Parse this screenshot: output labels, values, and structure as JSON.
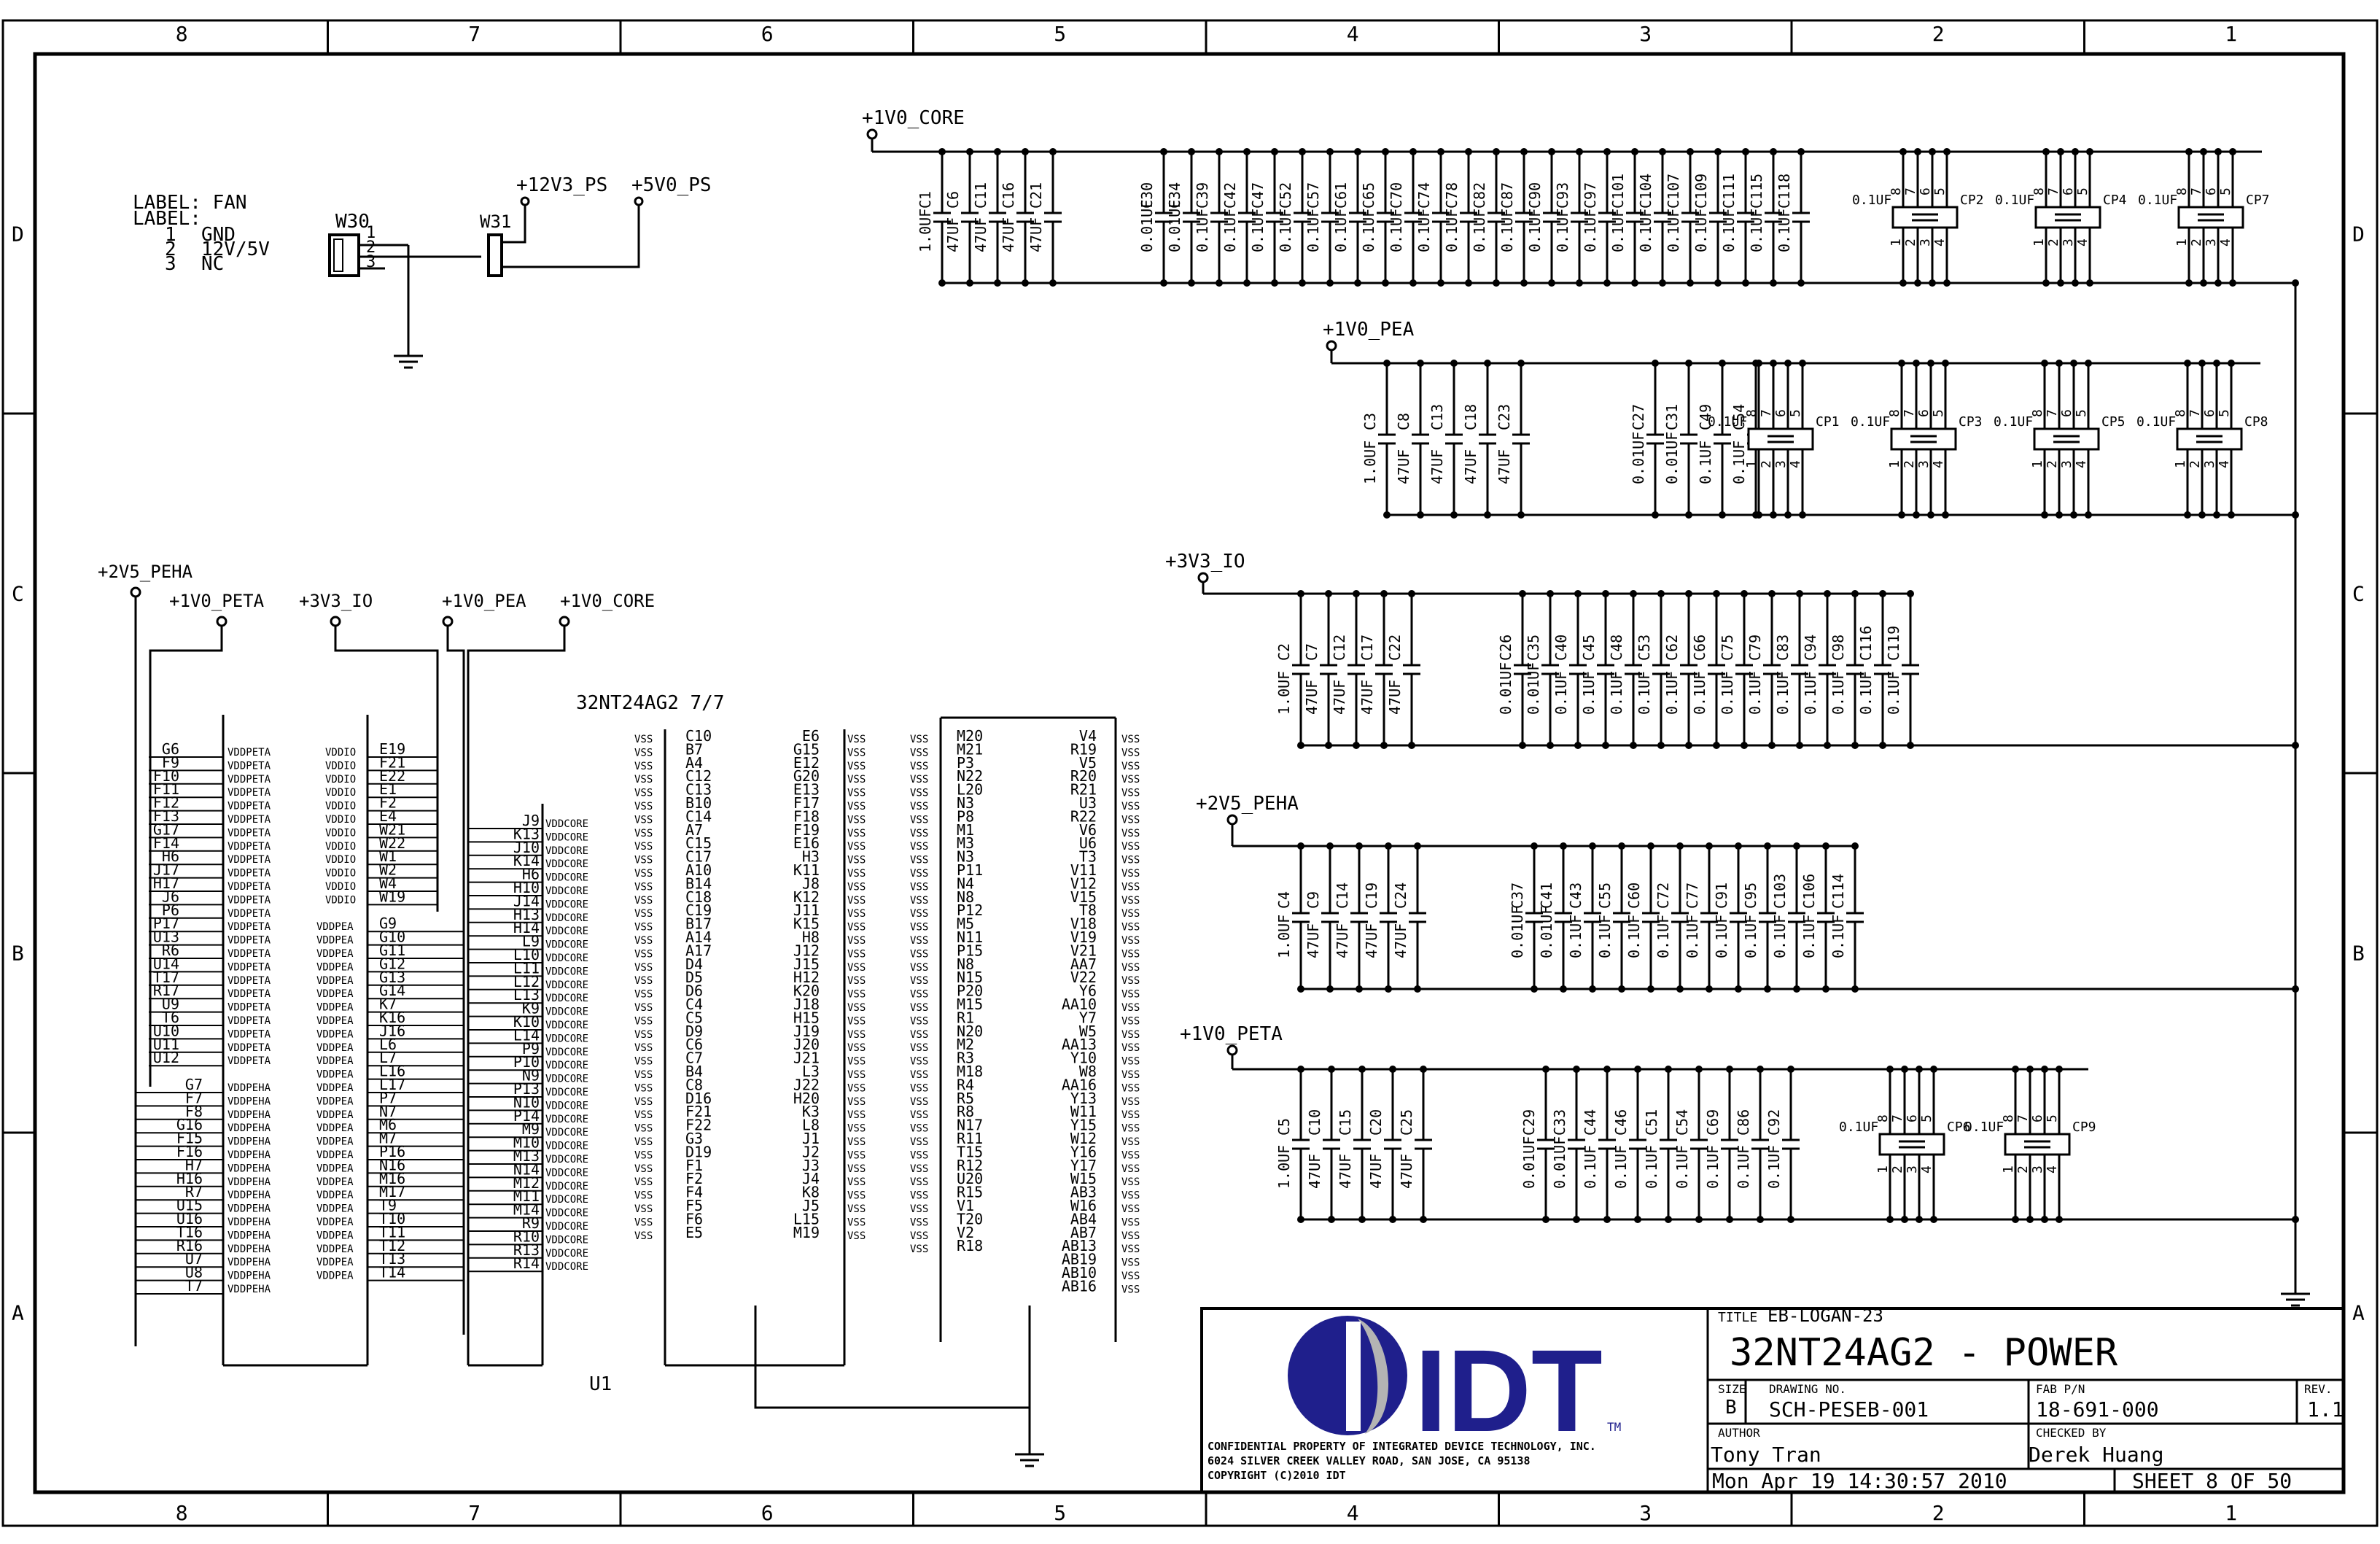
{
  "frame": {
    "columns": [
      "8",
      "7",
      "6",
      "5",
      "4",
      "3",
      "2",
      "1"
    ],
    "rows": [
      "D",
      "C",
      "B",
      "A"
    ]
  },
  "fan": {
    "label_lines": [
      "LABEL: FAN",
      "LABEL:"
    ],
    "pins": [
      {
        "num": "1",
        "name": "GND"
      },
      {
        "num": "2",
        "name": "12V/5V"
      },
      {
        "num": "3",
        "name": "NC"
      }
    ],
    "connector": "W30",
    "pin_nums": [
      "1",
      "2",
      "3"
    ],
    "jumper": "W31",
    "rail_12v": "+12V3_PS",
    "rail_5v": "+5V0_PS"
  },
  "decoupling": [
    {
      "rail": "+1V0_CORE",
      "caps": [
        {
          "ref": "C1",
          "value": "1.0UF"
        },
        {
          "ref": "C6",
          "value": "47UF"
        },
        {
          "ref": "C11",
          "value": "47UF"
        },
        {
          "ref": "C16",
          "value": "47UF"
        },
        {
          "ref": "C21",
          "value": "47UF"
        },
        {
          "ref": "C30",
          "value": "0.01UF"
        },
        {
          "ref": "C34",
          "value": "0.01UF"
        },
        {
          "ref": "C39",
          "value": "0.1UF"
        },
        {
          "ref": "C42",
          "value": "0.1UF"
        },
        {
          "ref": "C47",
          "value": "0.1UF"
        },
        {
          "ref": "C52",
          "value": "0.1UF"
        },
        {
          "ref": "C57",
          "value": "0.1UF"
        },
        {
          "ref": "C61",
          "value": "0.1UF"
        },
        {
          "ref": "C65",
          "value": "0.1UF"
        },
        {
          "ref": "C70",
          "value": "0.1UF"
        },
        {
          "ref": "C74",
          "value": "0.1UF"
        },
        {
          "ref": "C78",
          "value": "0.1UF"
        },
        {
          "ref": "C82",
          "value": "0.1UF"
        },
        {
          "ref": "C87",
          "value": "0.1UF"
        },
        {
          "ref": "C90",
          "value": "0.1UF"
        },
        {
          "ref": "C93",
          "value": "0.1UF"
        },
        {
          "ref": "C97",
          "value": "0.1UF"
        },
        {
          "ref": "C101",
          "value": "0.1UF"
        },
        {
          "ref": "C104",
          "value": "0.1UF"
        },
        {
          "ref": "C107",
          "value": "0.1UF"
        },
        {
          "ref": "C109",
          "value": "0.1UF"
        },
        {
          "ref": "C111",
          "value": "0.1UF"
        },
        {
          "ref": "C115",
          "value": "0.1UF"
        },
        {
          "ref": "C118",
          "value": "0.1UF"
        }
      ],
      "packs": [
        {
          "ref": "CP2",
          "value": "0.1UF"
        },
        {
          "ref": "CP4",
          "value": "0.1UF"
        },
        {
          "ref": "CP7",
          "value": "0.1UF"
        }
      ]
    },
    {
      "rail": "+1V0_PEA",
      "caps": [
        {
          "ref": "C3",
          "value": "1.0UF"
        },
        {
          "ref": "C8",
          "value": "47UF"
        },
        {
          "ref": "C13",
          "value": "47UF"
        },
        {
          "ref": "C18",
          "value": "47UF"
        },
        {
          "ref": "C23",
          "value": "47UF"
        },
        {
          "ref": "C27",
          "value": "0.01UF"
        },
        {
          "ref": "C31",
          "value": "0.01UF"
        },
        {
          "ref": "C49",
          "value": "0.1UF"
        },
        {
          "ref": "C54",
          "value": "0.1UF"
        }
      ],
      "packs": [
        {
          "ref": "CP1",
          "value": "0.1UF"
        },
        {
          "ref": "CP3",
          "value": "0.1UF"
        },
        {
          "ref": "CP5",
          "value": "0.1UF"
        },
        {
          "ref": "CP8",
          "value": "0.1UF"
        }
      ]
    },
    {
      "rail": "+3V3_IO",
      "caps": [
        {
          "ref": "C2",
          "value": "1.0UF"
        },
        {
          "ref": "C7",
          "value": "47UF"
        },
        {
          "ref": "C12",
          "value": "47UF"
        },
        {
          "ref": "C17",
          "value": "47UF"
        },
        {
          "ref": "C22",
          "value": "47UF"
        },
        {
          "ref": "C26",
          "value": "0.01UF"
        },
        {
          "ref": "C35",
          "value": "0.01UF"
        },
        {
          "ref": "C40",
          "value": "0.1UF"
        },
        {
          "ref": "C45",
          "value": "0.1UF"
        },
        {
          "ref": "C48",
          "value": "0.1UF"
        },
        {
          "ref": "C53",
          "value": "0.1UF"
        },
        {
          "ref": "C62",
          "value": "0.1UF"
        },
        {
          "ref": "C66",
          "value": "0.1UF"
        },
        {
          "ref": "C75",
          "value": "0.1UF"
        },
        {
          "ref": "C79",
          "value": "0.1UF"
        },
        {
          "ref": "C83",
          "value": "0.1UF"
        },
        {
          "ref": "C94",
          "value": "0.1UF"
        },
        {
          "ref": "C98",
          "value": "0.1UF"
        },
        {
          "ref": "C116",
          "value": "0.1UF"
        },
        {
          "ref": "C119",
          "value": "0.1UF"
        }
      ],
      "packs": []
    },
    {
      "rail": "+2V5_PEHA",
      "caps": [
        {
          "ref": "C4",
          "value": "1.0UF"
        },
        {
          "ref": "C9",
          "value": "47UF"
        },
        {
          "ref": "C14",
          "value": "47UF"
        },
        {
          "ref": "C19",
          "value": "47UF"
        },
        {
          "ref": "C24",
          "value": "47UF"
        },
        {
          "ref": "C37",
          "value": "0.01UF"
        },
        {
          "ref": "C41",
          "value": "0.01UF"
        },
        {
          "ref": "C43",
          "value": "0.1UF"
        },
        {
          "ref": "C55",
          "value": "0.1UF"
        },
        {
          "ref": "C60",
          "value": "0.1UF"
        },
        {
          "ref": "C72",
          "value": "0.1UF"
        },
        {
          "ref": "C77",
          "value": "0.1UF"
        },
        {
          "ref": "C91",
          "value": "0.1UF"
        },
        {
          "ref": "C95",
          "value": "0.1UF"
        },
        {
          "ref": "C103",
          "value": "0.1UF"
        },
        {
          "ref": "C106",
          "value": "0.1UF"
        },
        {
          "ref": "C114",
          "value": "0.1UF"
        }
      ],
      "packs": []
    },
    {
      "rail": "+1V0_PETA",
      "caps": [
        {
          "ref": "C5",
          "value": "1.0UF"
        },
        {
          "ref": "C10",
          "value": "47UF"
        },
        {
          "ref": "C15",
          "value": "47UF"
        },
        {
          "ref": "C20",
          "value": "47UF"
        },
        {
          "ref": "C25",
          "value": "47UF"
        },
        {
          "ref": "C29",
          "value": "0.01UF"
        },
        {
          "ref": "C33",
          "value": "0.01UF"
        },
        {
          "ref": "C44",
          "value": "0.1UF"
        },
        {
          "ref": "C46",
          "value": "0.1UF"
        },
        {
          "ref": "C51",
          "value": "0.1UF"
        },
        {
          "ref": "C54",
          "value": "0.1UF"
        },
        {
          "ref": "C69",
          "value": "0.1UF"
        },
        {
          "ref": "C86",
          "value": "0.1UF"
        },
        {
          "ref": "C92",
          "value": "0.1UF"
        }
      ],
      "packs": [
        {
          "ref": "CP6",
          "value": "0.1UF"
        },
        {
          "ref": "CP9",
          "value": "0.1UF"
        }
      ]
    }
  ],
  "pack_pins_top": [
    "8",
    "7",
    "6",
    "5"
  ],
  "pack_pins_bottom": [
    "1",
    "2",
    "3",
    "4"
  ],
  "u1": {
    "title": "32NT24AG2 7/7",
    "ref": "U1",
    "rails": [
      "+2V5_PEHA",
      "+1V0_PETA",
      "+3V3_IO",
      "+1V0_PEA",
      "+1V0_CORE"
    ],
    "vddpeta": [
      "G6",
      "F9",
      "F10",
      "F11",
      "F12",
      "F13",
      "G17",
      "F14",
      "H6",
      "J17",
      "H17",
      "J6",
      "P6",
      "P17",
      "U13",
      "R6",
      "U14",
      "T17",
      "R17",
      "U9",
      "T6",
      "U10",
      "U11",
      "U12"
    ],
    "vddpeta_name": "VDDPETA",
    "vddpeha": [
      "G7",
      "F7",
      "F8",
      "G16",
      "F15",
      "F16",
      "H7",
      "H16",
      "R7",
      "U15",
      "U16",
      "T16",
      "R16",
      "U7",
      "U8",
      "T7"
    ],
    "vddpeha_name": "VDDPEHA",
    "vddio": [
      "E19",
      "F21",
      "E22",
      "E1",
      "F2",
      "E4",
      "W21",
      "W22",
      "W1",
      "W2",
      "W4",
      "W19"
    ],
    "vddio_name": "VDDIO",
    "vddpea": [
      "G9",
      "G10",
      "G11",
      "G12",
      "G13",
      "G14",
      "K7",
      "K16",
      "J16",
      "L6",
      "L7",
      "L16",
      "L17",
      "P7",
      "N7",
      "M6",
      "M7",
      "P16",
      "N16",
      "M16",
      "M17",
      "T9",
      "T10",
      "T11",
      "T12",
      "T13",
      "T14"
    ],
    "vddpea_name": "VDDPEA",
    "vddcore": [
      "J9",
      "K13",
      "J10",
      "K14",
      "H6",
      "H10",
      "J14",
      "H13",
      "H14",
      "L9",
      "L10",
      "L11",
      "L12",
      "L13",
      "K9",
      "K10",
      "L14",
      "P9",
      "P10",
      "N9",
      "P13",
      "N10",
      "P14",
      "M9",
      "M10",
      "M13",
      "N14",
      "M12",
      "M11",
      "M14",
      "R9",
      "R10",
      "R13",
      "R14"
    ],
    "vddcore_name": "VDDCORE",
    "vss_name": "VSS",
    "vss_a": [
      "C10",
      "B7",
      "A4",
      "C12",
      "C13",
      "B10",
      "C14",
      "A7",
      "C15",
      "C17",
      "A10",
      "B14",
      "C18",
      "C19",
      "B17",
      "A14",
      "A17",
      "D4",
      "D5",
      "D6",
      "C4",
      "C5",
      "D9",
      "C6",
      "C7",
      "B4",
      "C8",
      "D16",
      "F21",
      "F22",
      "G3",
      "D19",
      "F1",
      "F2",
      "F4",
      "F5",
      "F6",
      "E5"
    ],
    "vss_b": [
      "E6",
      "G15",
      "E12",
      "G20",
      "E13",
      "F17",
      "F18",
      "F19",
      "E16",
      "H3",
      "K11",
      "J8",
      "K12",
      "J11",
      "K15",
      "H8",
      "J12",
      "J15",
      "H12",
      "K20",
      "J18",
      "H15",
      "J19",
      "J20",
      "J21",
      "L3",
      "J22",
      "H20",
      "K3",
      "L8",
      "J1",
      "J2",
      "J3",
      "J4",
      "K8",
      "J5",
      "L15",
      "M19"
    ],
    "vss_c": [
      "M20",
      "M21",
      "P3",
      "N22",
      "L20",
      "N3",
      "P8",
      "M1",
      "M3",
      "N3",
      "P11",
      "N4",
      "N8",
      "P12",
      "M5",
      "N11",
      "P15",
      "N8",
      "N15",
      "P20",
      "M15",
      "R1",
      "N20",
      "M2",
      "R3",
      "M18",
      "R4",
      "R5",
      "R8",
      "N17",
      "R11",
      "T15",
      "R12",
      "U20",
      "R15",
      "V1",
      "T20",
      "V2",
      "R18"
    ],
    "vss_d": [
      "V4",
      "R19",
      "V5",
      "R20",
      "R21",
      "U3",
      "R22",
      "V6",
      "U6",
      "T3",
      "V11",
      "V12",
      "V15",
      "T8",
      "V18",
      "V19",
      "V21",
      "AA7",
      "V22",
      "Y6",
      "AA10",
      "Y7",
      "W5",
      "AA13",
      "Y10",
      "W8",
      "AA16",
      "Y13",
      "W11",
      "Y15",
      "W12",
      "Y16",
      "Y17",
      "W15",
      "AB3",
      "W16",
      "AB4",
      "AB7",
      "AB13",
      "AB19",
      "AB10",
      "AB16"
    ]
  },
  "title_block": {
    "title_label": "TITLE",
    "title_value": "EB-LOGAN-23",
    "big_title": "32NT24AG2 - POWER",
    "size_label": "SIZE",
    "size_value": "B",
    "drawing_label": "DRAWING NO.",
    "drawing_value": "SCH-PESEB-001",
    "fab_label": "FAB P/N",
    "fab_value": "18-691-000",
    "rev_label": "REV.",
    "rev_value": "1.1",
    "author_label": "AUTHOR",
    "author_value": "Tony Tran",
    "checked_label": "CHECKED BY",
    "checked_value": "Derek Huang",
    "date": "Mon Apr 19 14:30:57 2010",
    "sheet": "SHEET 8 OF 50",
    "logo_text": "IDT",
    "logo_tm": "TM",
    "confidential": [
      "CONFIDENTIAL PROPERTY OF INTEGRATED DEVICE TECHNOLOGY, INC.",
      "6024 SILVER CREEK VALLEY ROAD, SAN JOSE, CA 95138",
      "COPYRIGHT (C)2010 IDT"
    ]
  },
  "colors": {
    "ink": "#000000",
    "logo_blue": "#1f1f8c",
    "logo_gray": "#b4b4b4"
  }
}
